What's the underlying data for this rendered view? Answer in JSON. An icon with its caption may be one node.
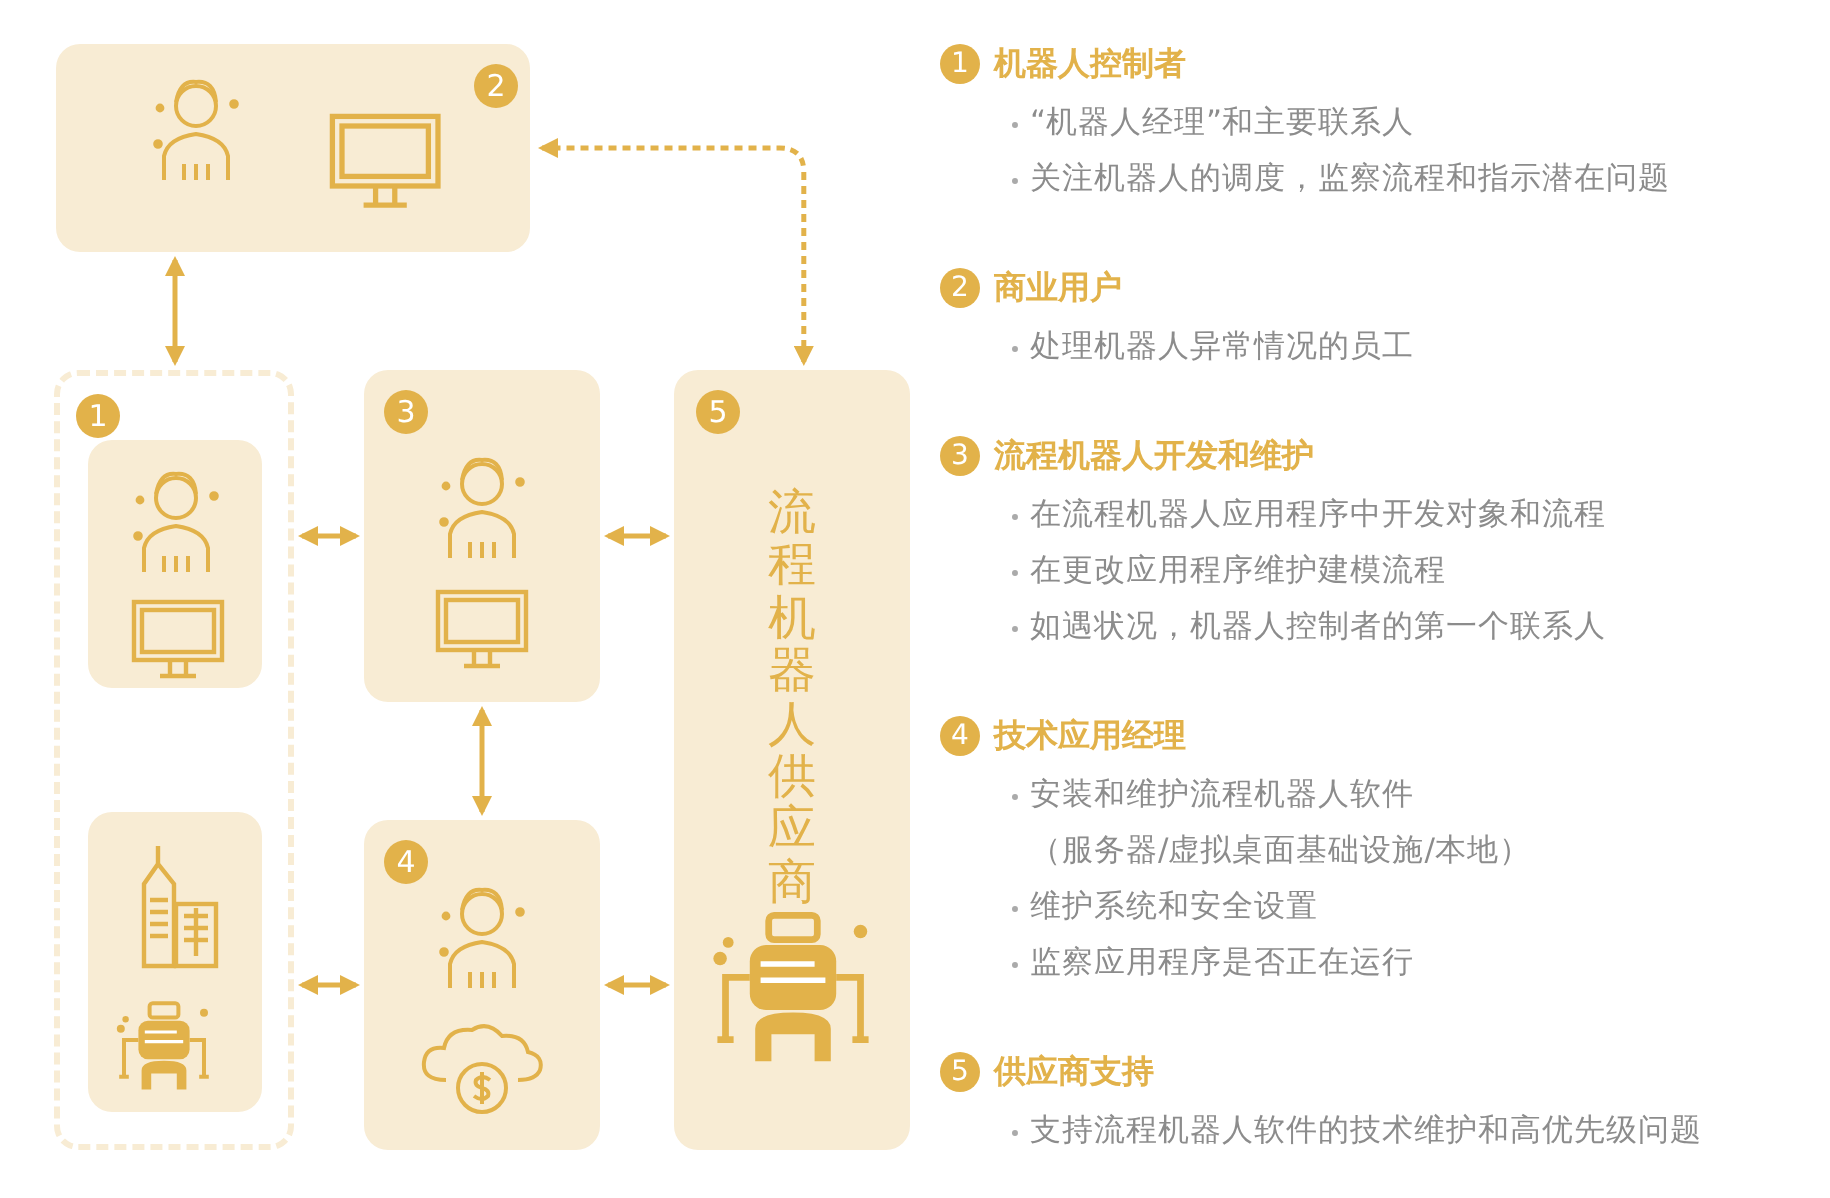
{
  "diagram": {
    "nodes": [
      {
        "text": [
          "1"
        ]
      },
      {
        "text": [],
        "shape": "box",
        "in": 0
      },
      {
        "text": [],
        "shape": "box",
        "in": 0
      },
      {
        "text": [
          "2"
        ]
      },
      {
        "text": [
          "3"
        ]
      },
      {
        "text": [
          "4"
        ]
      },
      {
        "text": [
          "5",
          "流程机器人供应商"
        ]
      }
    ],
    "edges": [
      {
        "from": 3,
        "to": 0,
        "arrow": "both"
      },
      {
        "from": 6,
        "to": 3,
        "arrow": "both",
        "style": "dashed"
      },
      {
        "from": 0,
        "to": 4,
        "arrow": "both"
      },
      {
        "from": 0,
        "to": 5,
        "arrow": "both"
      },
      {
        "from": 4,
        "to": 5,
        "arrow": "both"
      },
      {
        "from": 4,
        "to": 6,
        "arrow": "both"
      },
      {
        "from": 5,
        "to": 6,
        "arrow": "both"
      }
    ],
    "labels": [
      "1",
      "机器人控制者",
      "“机器人经理”和主要联系人",
      "关注机器人的调度，监察流程和指示潜在问题",
      "2",
      "商业用户",
      "处理机器人异常情况的员工",
      "3",
      "流程机器人开发和维护",
      "在流程机器人应用程序中开发对象和流程",
      "在更改应用程序维护建模流程",
      "如遇状况，机器人控制者的第一个联系人",
      "4",
      "技术应用经理",
      "安装和维护流程机器人软件",
      "（服务器/虚拟桌面基础设施/本地）",
      "维护系统和安全设置",
      "监察应用程序是否正在运行",
      "5",
      "供应商支持",
      "支持流程机器人软件的技术维护和高优先级问题"
    ]
  }
}
